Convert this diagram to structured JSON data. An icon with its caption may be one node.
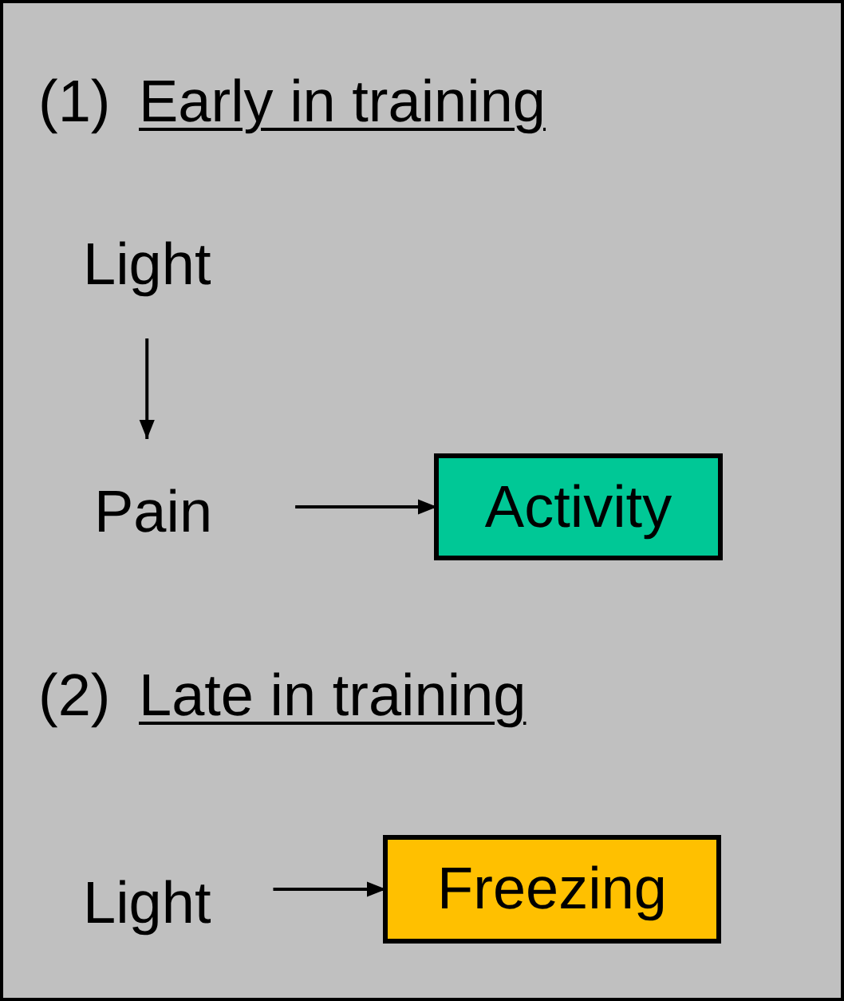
{
  "diagram": {
    "nodes": [
      {
        "text": [
          "Light"
        ]
      },
      {
        "text": [
          "Pain"
        ]
      },
      {
        "text": [
          "Activity"
        ]
      },
      {
        "text": [
          "Light"
        ]
      },
      {
        "text": [
          "Freezing"
        ]
      }
    ],
    "edges": [
      {
        "from": 0,
        "to": 1,
        "arrow": "to"
      },
      {
        "from": 1,
        "to": 2,
        "arrow": "to"
      },
      {
        "from": 3,
        "to": 4,
        "arrow": "to"
      }
    ],
    "labels": [
      "(1)",
      "Early in training",
      "(2)",
      "Late in training"
    ]
  }
}
